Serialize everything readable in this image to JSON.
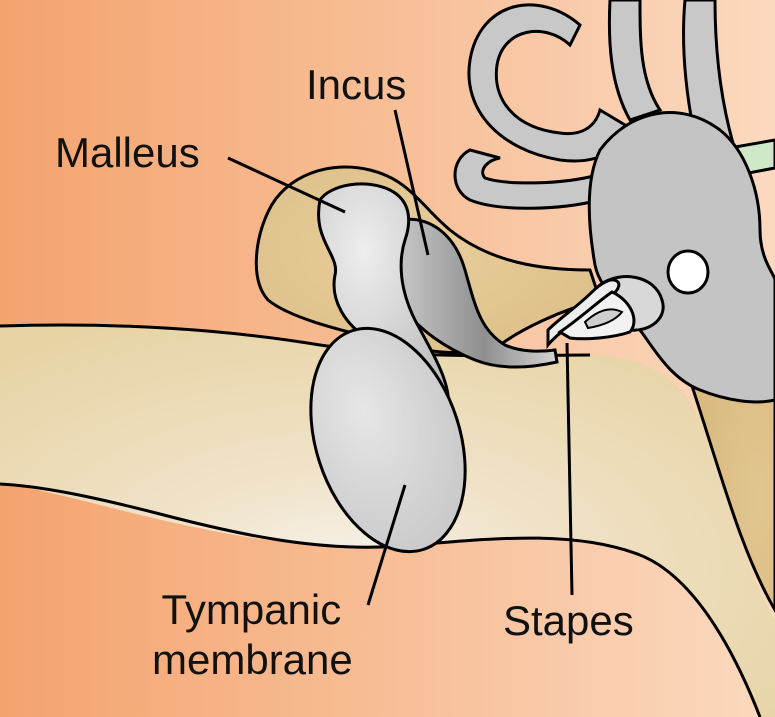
{
  "labels": {
    "incus": "Incus",
    "malleus": "Malleus",
    "stapes": "Stapes",
    "tympanic_line1": "Tympanic",
    "tympanic_line2": "membrane"
  },
  "colors": {
    "background_left": "#f4a36e",
    "background_right": "#fbd9bf",
    "canal": "#f1e2c6",
    "middle_ear_cavity": "#e3c48c",
    "bone": "#d9d9d9",
    "bone_dark": "#9e9e9e",
    "nerve": "#cfe8c8",
    "outline": "#000000"
  }
}
